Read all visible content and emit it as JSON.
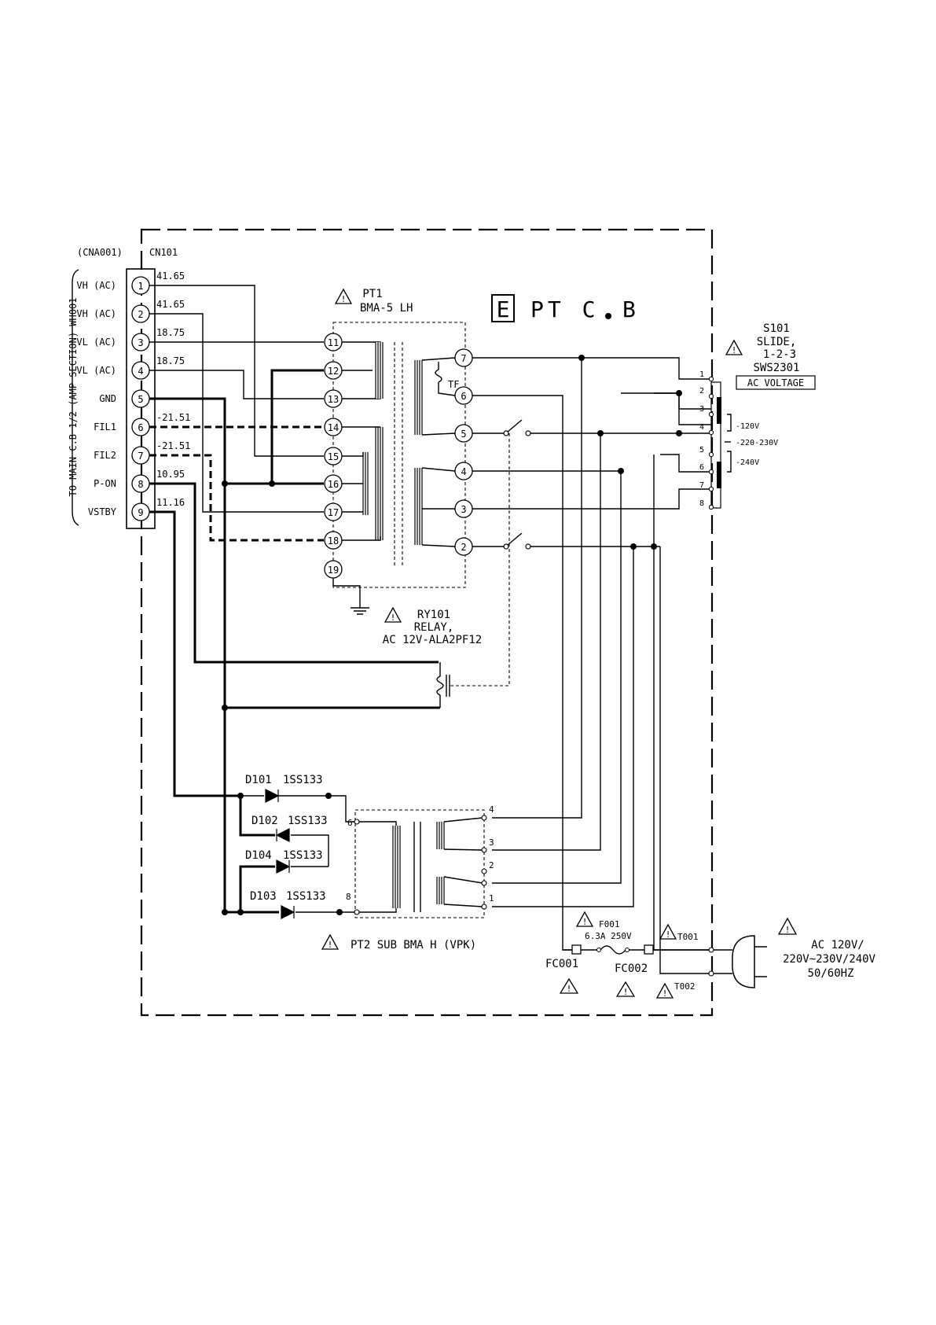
{
  "board": {
    "letter": "E",
    "title": "PT C",
    "title_b": "B"
  },
  "connector": {
    "side_label": "TO MAIN C.B 1/2 (AMP SECTION) WH001",
    "mate_ref": "(CNA001)",
    "ref": "CN101",
    "pins": [
      {
        "num": "1",
        "name": "VH (AC)",
        "voltage": "41.65"
      },
      {
        "num": "2",
        "name": "VH (AC)",
        "voltage": "41.65"
      },
      {
        "num": "3",
        "name": "VL (AC)",
        "voltage": "18.75"
      },
      {
        "num": "4",
        "name": "VL (AC)",
        "voltage": "18.75"
      },
      {
        "num": "5",
        "name": "GND",
        "voltage": ""
      },
      {
        "num": "6",
        "name": "FIL1",
        "voltage": "-21.51"
      },
      {
        "num": "7",
        "name": "FIL2",
        "voltage": "-21.51"
      },
      {
        "num": "8",
        "name": "P-ON",
        "voltage": "10.95"
      },
      {
        "num": "9",
        "name": "VSTBY",
        "voltage": "11.16"
      }
    ]
  },
  "pt1": {
    "ref": "PT1",
    "part": "BMA-5 LH",
    "secondary_pins": [
      "11",
      "12",
      "13",
      "14",
      "15",
      "16",
      "17",
      "18",
      "19"
    ],
    "primary_pins": [
      "7",
      "6",
      "5",
      "4",
      "3",
      "2"
    ],
    "fuse": "TF"
  },
  "ry101": {
    "ref": "RY101",
    "type": "RELAY,",
    "part": "AC 12V-ALA2PF12"
  },
  "s101": {
    "ref": "S101",
    "type": "SLIDE,",
    "pos": "1-2-3",
    "part": "SWS2301",
    "label": "AC VOLTAGE",
    "pins": [
      "1",
      "2",
      "3",
      "4",
      "5",
      "6",
      "7",
      "8"
    ],
    "settings": [
      "-120V",
      "-220-230V",
      "-240V"
    ]
  },
  "diodes": [
    {
      "ref": "D101",
      "part": "1SS133"
    },
    {
      "ref": "D102",
      "part": "1SS133"
    },
    {
      "ref": "D104",
      "part": "1SS133"
    },
    {
      "ref": "D103",
      "part": "1SS133"
    }
  ],
  "pt2": {
    "label": "PT2 SUB BMA H (VPK)",
    "primary_pins": [
      "6",
      "8"
    ],
    "secondary_pins": [
      "4",
      "3",
      "2",
      "1"
    ]
  },
  "fuse": {
    "ref": "F001",
    "rating": "6.3A 250V",
    "holders": [
      "FC001",
      "FC002"
    ]
  },
  "terminals": [
    "T001",
    "T002"
  ],
  "ac_input": {
    "line1": "AC 120V/",
    "line2": "220V~230V/240V",
    "line3": "50/60HZ"
  }
}
